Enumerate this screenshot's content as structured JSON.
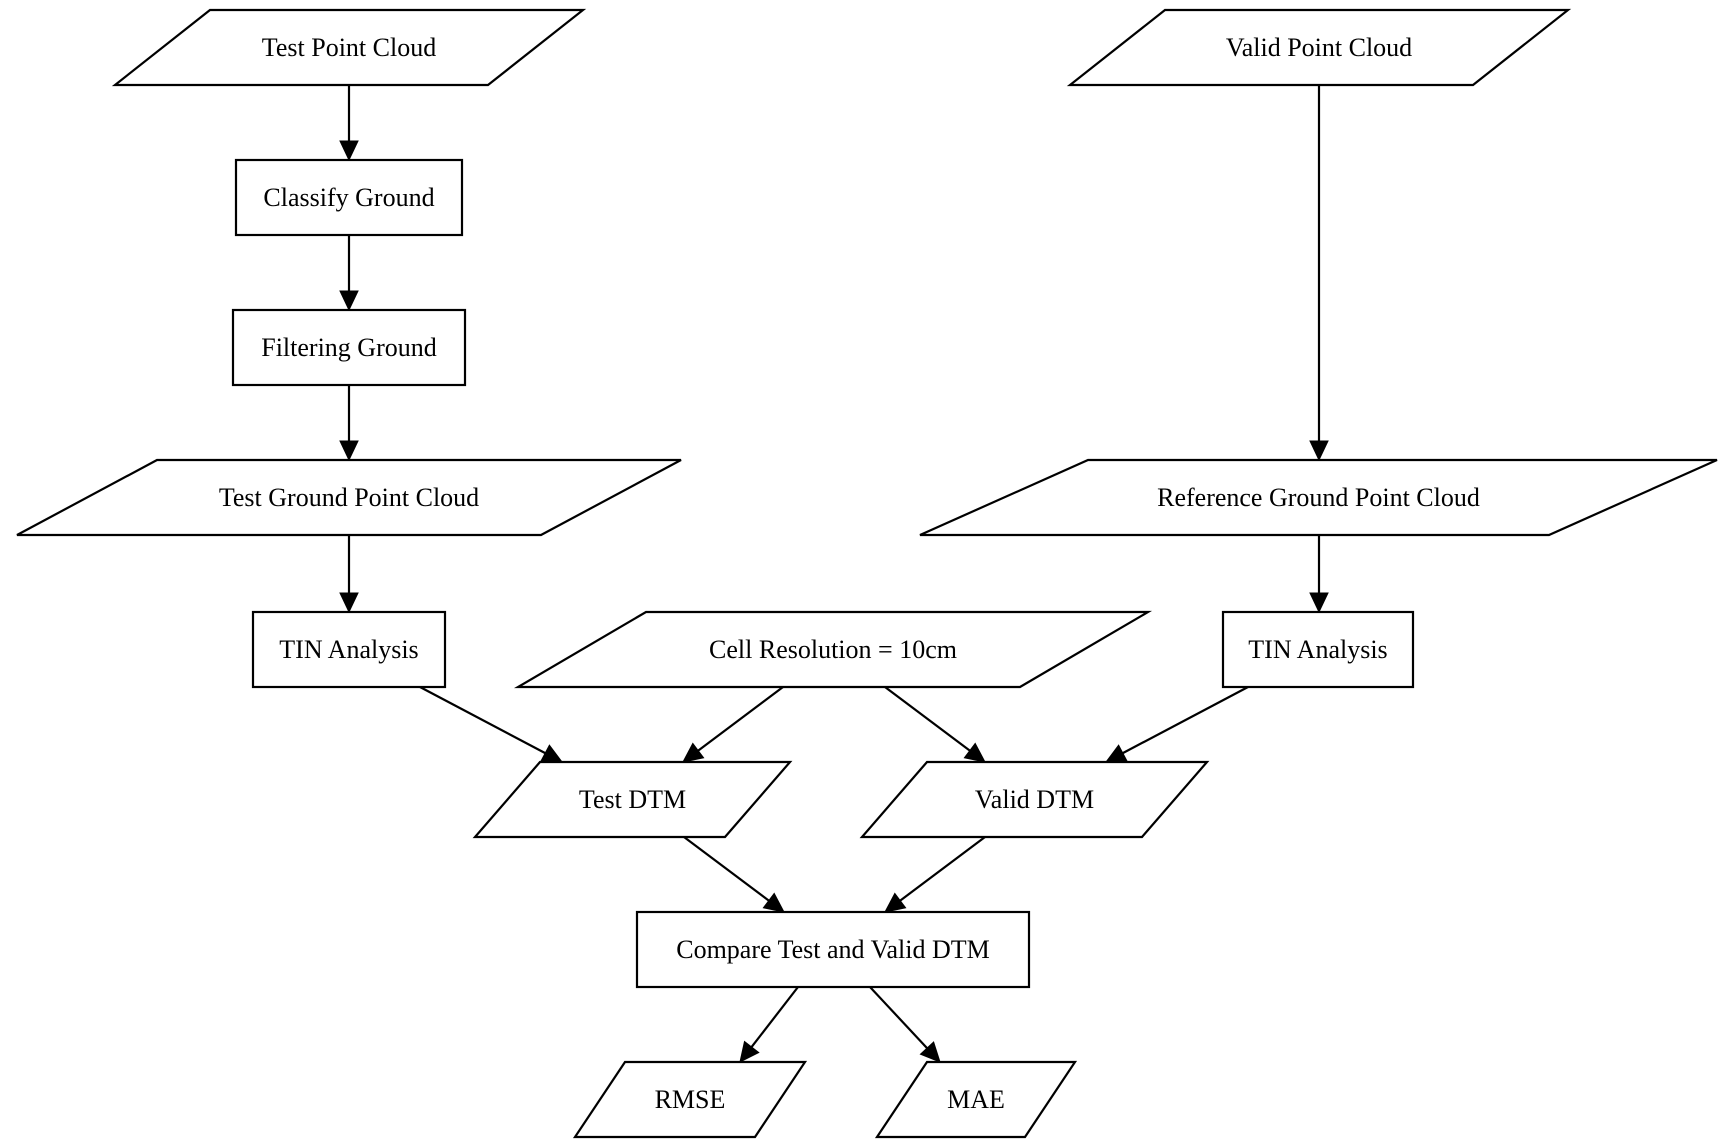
{
  "diagram": {
    "nodes": [
      {
        "id": "test_point_cloud",
        "label": "Test Point Cloud",
        "shape": "parallelogram"
      },
      {
        "id": "classify_ground",
        "label": "Classify Ground",
        "shape": "rectangle"
      },
      {
        "id": "filtering_ground",
        "label": "Filtering Ground",
        "shape": "rectangle"
      },
      {
        "id": "test_ground_point_cloud",
        "label": "Test Ground Point Cloud",
        "shape": "parallelogram"
      },
      {
        "id": "tin_analysis_test",
        "label": "TIN Analysis",
        "shape": "rectangle"
      },
      {
        "id": "valid_point_cloud",
        "label": "Valid Point Cloud",
        "shape": "parallelogram"
      },
      {
        "id": "reference_ground_point_cloud",
        "label": "Reference Ground Point Cloud",
        "shape": "parallelogram"
      },
      {
        "id": "tin_analysis_ref",
        "label": "TIN Analysis",
        "shape": "rectangle"
      },
      {
        "id": "cell_resolution",
        "label": "Cell Resolution = 10cm",
        "shape": "parallelogram"
      },
      {
        "id": "test_dtm",
        "label": "Test DTM",
        "shape": "parallelogram"
      },
      {
        "id": "valid_dtm",
        "label": "Valid DTM",
        "shape": "parallelogram"
      },
      {
        "id": "compare",
        "label": "Compare Test and Valid DTM",
        "shape": "rectangle"
      },
      {
        "id": "rmse",
        "label": "RMSE",
        "shape": "parallelogram"
      },
      {
        "id": "mae",
        "label": "MAE",
        "shape": "parallelogram"
      }
    ],
    "edges": [
      {
        "from": "test_point_cloud",
        "to": "classify_ground"
      },
      {
        "from": "classify_ground",
        "to": "filtering_ground"
      },
      {
        "from": "filtering_ground",
        "to": "test_ground_point_cloud"
      },
      {
        "from": "test_ground_point_cloud",
        "to": "tin_analysis_test"
      },
      {
        "from": "valid_point_cloud",
        "to": "reference_ground_point_cloud"
      },
      {
        "from": "reference_ground_point_cloud",
        "to": "tin_analysis_ref"
      },
      {
        "from": "tin_analysis_test",
        "to": "test_dtm"
      },
      {
        "from": "cell_resolution",
        "to": "test_dtm"
      },
      {
        "from": "cell_resolution",
        "to": "valid_dtm"
      },
      {
        "from": "tin_analysis_ref",
        "to": "valid_dtm"
      },
      {
        "from": "test_dtm",
        "to": "compare"
      },
      {
        "from": "valid_dtm",
        "to": "compare"
      },
      {
        "from": "compare",
        "to": "rmse"
      },
      {
        "from": "compare",
        "to": "mae"
      }
    ]
  }
}
